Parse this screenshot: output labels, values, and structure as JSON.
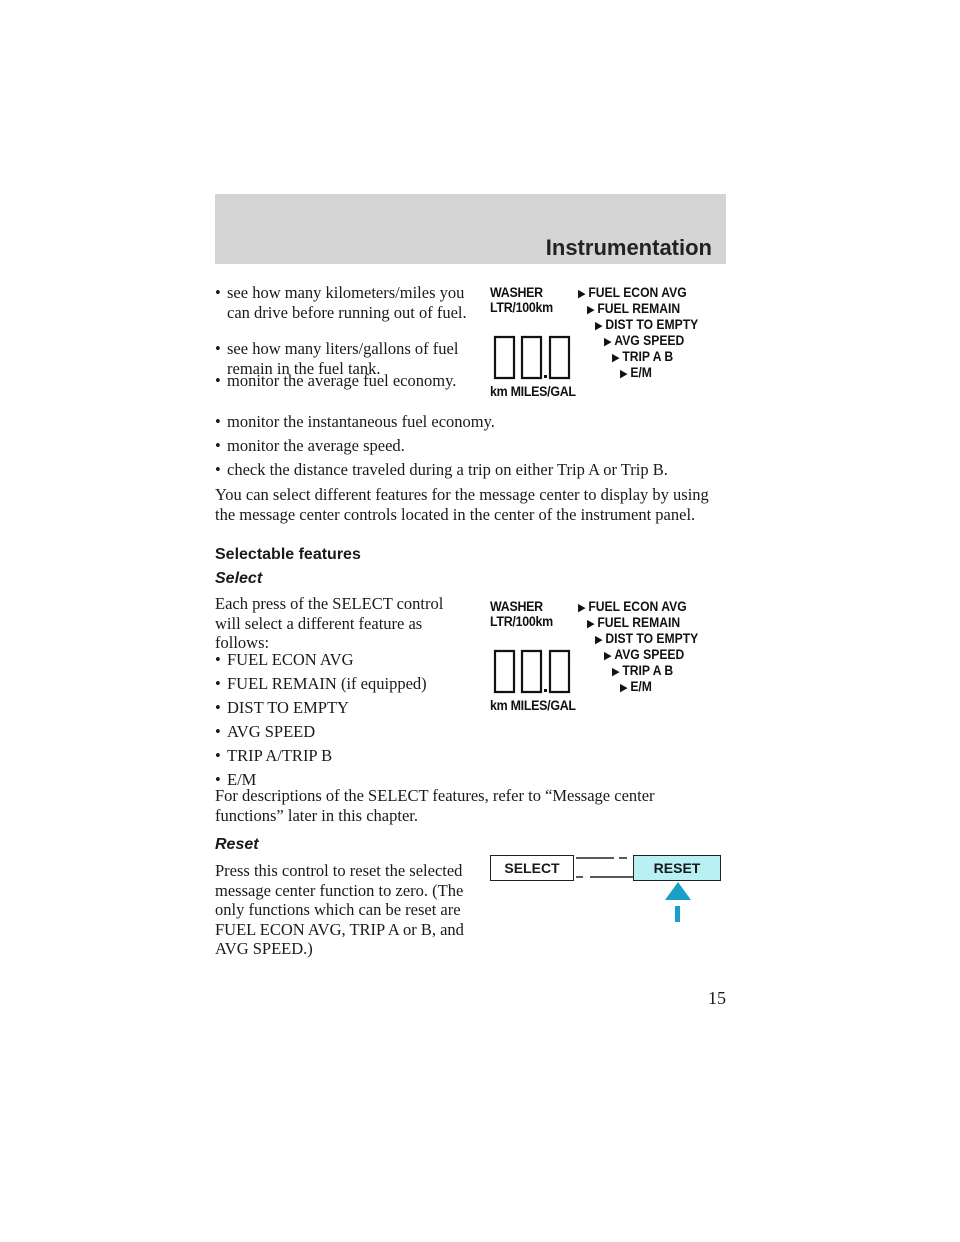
{
  "header": {
    "title": "Instrumentation"
  },
  "intro_bullets": [
    "see how many kilometers/miles you can drive before running out of fuel.",
    "see how many liters/gallons of fuel remain in the fuel tank.",
    "monitor the average fuel economy.",
    "monitor the instantaneous fuel economy.",
    "monitor the average speed.",
    "check the distance traveled during a trip on either Trip A or Trip B."
  ],
  "bullet_char": "•",
  "intro_paragraph": "You can select different features for the message center to display by using the message center controls located in the center of the instrument panel.",
  "selectable_heading": "Selectable features",
  "select_heading": "Select",
  "select_paragraph": "Each press of the SELECT control will select a different feature as follows:",
  "select_bullets": [
    "FUEL ECON AVG",
    "FUEL REMAIN (if equipped)",
    "DIST TO EMPTY",
    "AVG SPEED",
    "TRIP A/TRIP B",
    "E/M"
  ],
  "select_descr": "For descriptions of the SELECT features, refer to “Message center functions” later in this chapter.",
  "reset_heading": "Reset",
  "reset_paragraph": "Press this control to reset the selected message center function to zero. (The only functions which can be reset are FUEL ECON AVG, TRIP A or B, and AVG SPEED.)",
  "display": {
    "label_washer": "WASHER",
    "label_unit": "LTR/100km",
    "label_bottom": "km MILES/GAL",
    "arrow_icon": "right-triangle-icon",
    "menu": [
      "FUEL ECON AVG",
      "FUEL REMAIN",
      "DIST TO EMPTY",
      "AVG SPEED",
      "TRIP A B",
      "E/M"
    ]
  },
  "controls": {
    "select_label": "SELECT",
    "reset_label": "RESET",
    "reset_color": "#b8f0f4",
    "arrow_color": "#1aa0c8"
  },
  "page_number": "15"
}
